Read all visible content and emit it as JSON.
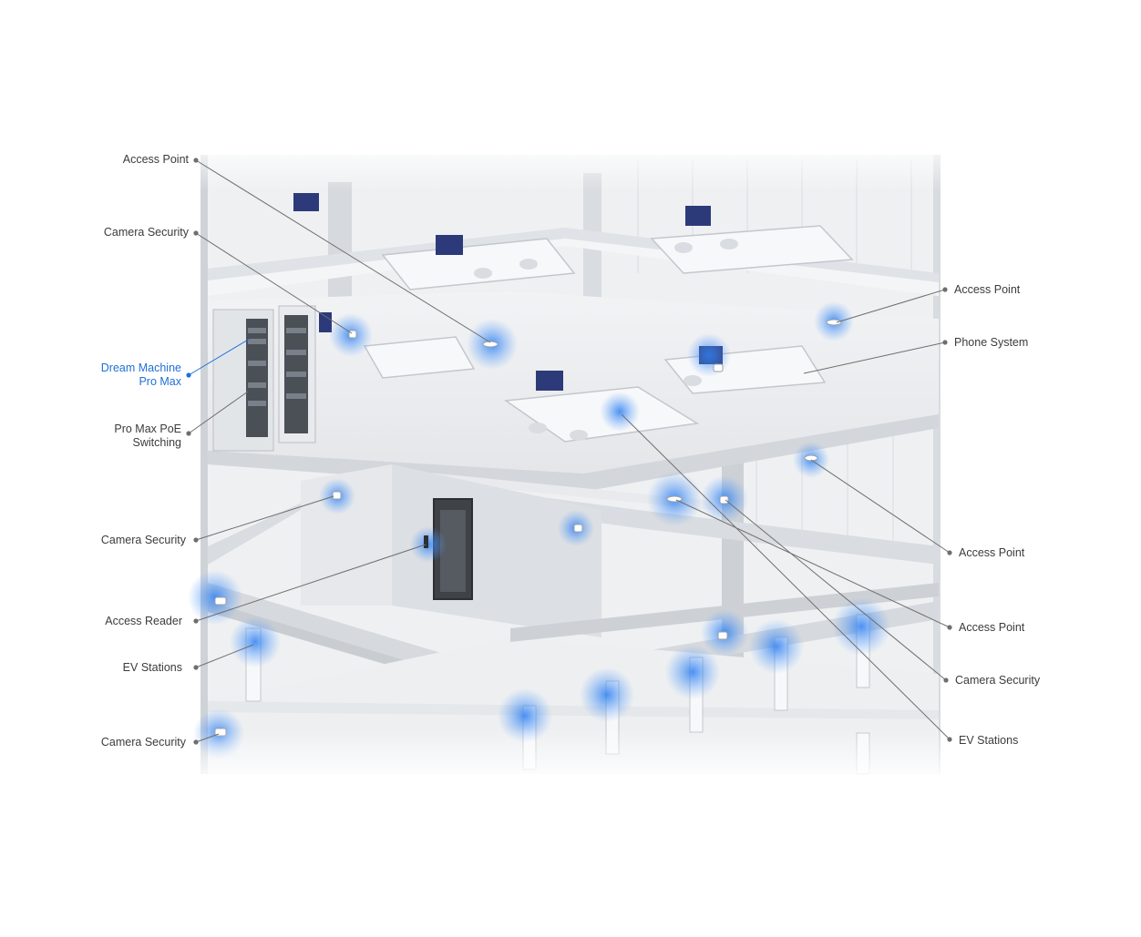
{
  "labels_left": [
    {
      "id": "access-point-1",
      "text": "Access Point"
    },
    {
      "id": "camera-security-1",
      "text": "Camera Security"
    },
    {
      "id": "dream-machine",
      "line1": "Dream Machine",
      "line2": "Pro Max"
    },
    {
      "id": "pro-max-poe",
      "line1": "Pro Max PoE",
      "line2": "Switching"
    },
    {
      "id": "camera-security-2",
      "text": "Camera Security"
    },
    {
      "id": "access-reader",
      "text": "Access Reader"
    },
    {
      "id": "ev-stations-1",
      "text": "EV Stations"
    },
    {
      "id": "camera-security-3",
      "text": "Camera Security"
    }
  ],
  "labels_right": [
    {
      "id": "access-point-2",
      "text": "Access Point"
    },
    {
      "id": "phone-system",
      "text": "Phone System"
    },
    {
      "id": "access-point-3",
      "text": "Access Point"
    },
    {
      "id": "access-point-4",
      "text": "Access Point"
    },
    {
      "id": "camera-security-4",
      "text": "Camera Security"
    },
    {
      "id": "ev-stations-2",
      "text": "EV Stations"
    }
  ],
  "colors": {
    "label": "#3b3b3b",
    "highlight": "#1f6fd6",
    "leader": "#6e6e6e",
    "glow": "#2f7ff0",
    "floor": "#e9ebee",
    "structure": "#d5d8dc"
  }
}
